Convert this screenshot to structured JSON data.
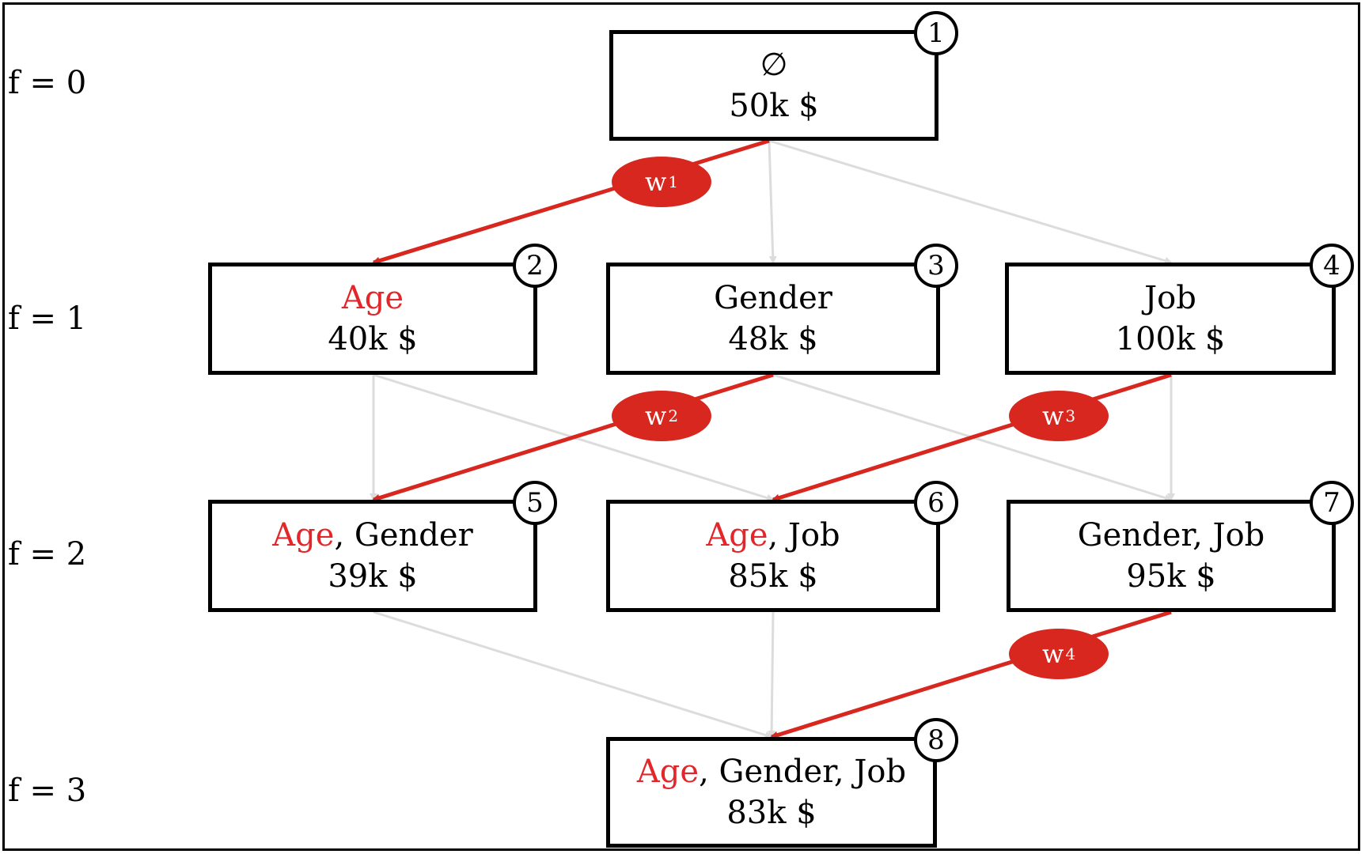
{
  "levels": [
    {
      "label": "f = 0"
    },
    {
      "label": "f = 1"
    },
    {
      "label": "f = 2"
    },
    {
      "label": "f = 3"
    }
  ],
  "nodes": [
    {
      "id": "1",
      "features": [
        {
          "text": "∅",
          "red": false
        }
      ],
      "value": "50k $"
    },
    {
      "id": "2",
      "features": [
        {
          "text": "Age",
          "red": true
        }
      ],
      "value": "40k $"
    },
    {
      "id": "3",
      "features": [
        {
          "text": "Gender",
          "red": false
        }
      ],
      "value": "48k $"
    },
    {
      "id": "4",
      "features": [
        {
          "text": "Job",
          "red": false
        }
      ],
      "value": "100k $"
    },
    {
      "id": "5",
      "features": [
        {
          "text": "Age",
          "red": true
        },
        {
          "text": ", Gender",
          "red": false
        }
      ],
      "value": "39k $"
    },
    {
      "id": "6",
      "features": [
        {
          "text": "Age",
          "red": true
        },
        {
          "text": ", Job",
          "red": false
        }
      ],
      "value": "85k $"
    },
    {
      "id": "7",
      "features": [
        {
          "text": "Gender, Job",
          "red": false
        }
      ],
      "value": "95k $"
    },
    {
      "id": "8",
      "features": [
        {
          "text": "Age",
          "red": true
        },
        {
          "text": ", Gender, Job",
          "red": false
        }
      ],
      "value": "83k $"
    }
  ],
  "weights": [
    {
      "base": "w",
      "sub": "1"
    },
    {
      "base": "w",
      "sub": "2"
    },
    {
      "base": "w",
      "sub": "3"
    },
    {
      "base": "w",
      "sub": "4"
    }
  ],
  "edges": [
    {
      "from": "1",
      "to": "2",
      "highlight": true
    },
    {
      "from": "1",
      "to": "3",
      "highlight": false
    },
    {
      "from": "1",
      "to": "4",
      "highlight": false
    },
    {
      "from": "2",
      "to": "5",
      "highlight": false
    },
    {
      "from": "2",
      "to": "6",
      "highlight": false
    },
    {
      "from": "3",
      "to": "5",
      "highlight": true
    },
    {
      "from": "3",
      "to": "7",
      "highlight": false
    },
    {
      "from": "4",
      "to": "6",
      "highlight": true
    },
    {
      "from": "4",
      "to": "7",
      "highlight": false
    },
    {
      "from": "5",
      "to": "8",
      "highlight": false
    },
    {
      "from": "6",
      "to": "8",
      "highlight": false
    },
    {
      "from": "7",
      "to": "8",
      "highlight": true
    }
  ],
  "colors": {
    "highlight_edge": "#d8271f",
    "faded_edge": "#dcdcdc",
    "highlight_text": "#e3262a"
  }
}
